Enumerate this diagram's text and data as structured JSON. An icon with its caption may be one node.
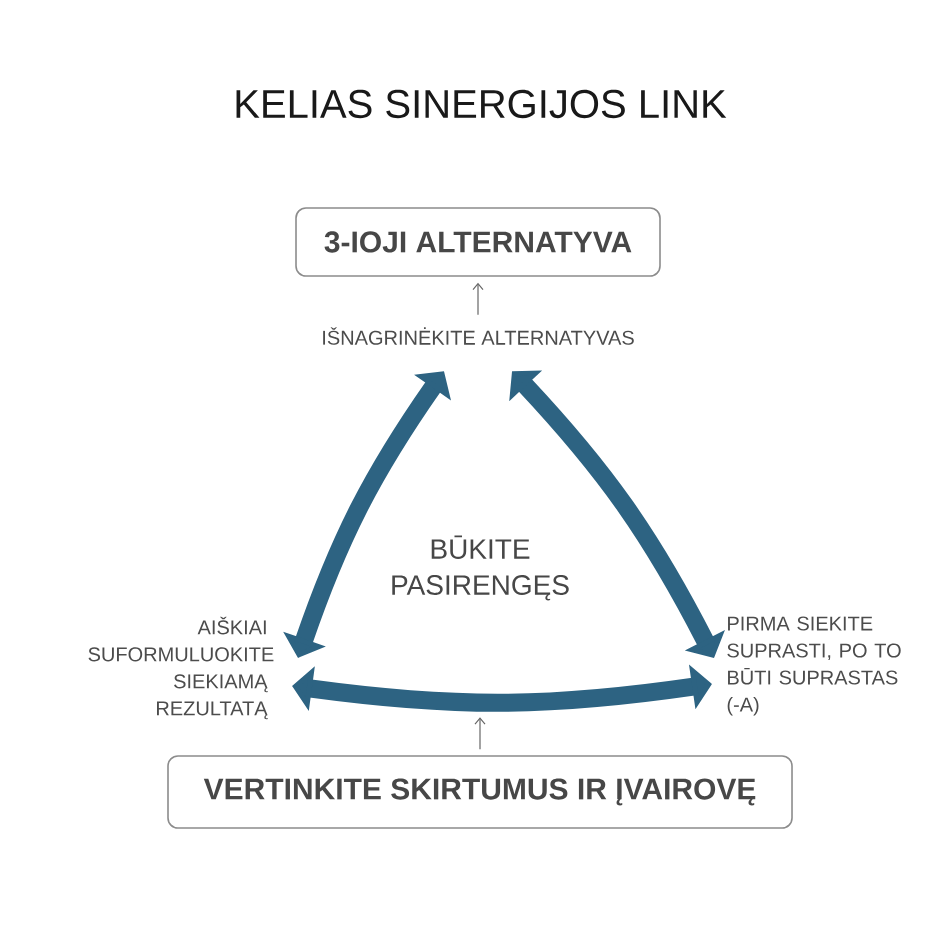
{
  "diagram": {
    "title": "KELIAS SINERGIJOS LINK",
    "nodes": [
      {
        "text": [
          "3-IOJI ALTERNATYVA"
        ]
      },
      {
        "text": [
          "IŠNAGRINĖKITE ALTERNATYVAS"
        ]
      },
      {
        "text": [
          "AIŠKIAI SUFORMULUOKITE SIEKIAMĄ REZULTATĄ"
        ]
      },
      {
        "text": [
          "PIRMA SIEKITE SUPRASTI, PO TO BŪTI SUPRASTAS (-A)"
        ]
      },
      {
        "text": [
          "VERTINKITE SKIRTUMUS IR ĮVAIROVĘ"
        ]
      }
    ],
    "edges": [
      {
        "from": 1,
        "to": 0,
        "arrow": "to",
        "color": "#666666"
      },
      {
        "from": 2,
        "to": 1,
        "arrow": "both"
      },
      {
        "from": 1,
        "to": 3,
        "arrow": "both"
      },
      {
        "from": 2,
        "to": 3,
        "arrow": "both"
      },
      {
        "from": 4,
        "to": null,
        "arrow": "to",
        "color": "#666666"
      }
    ],
    "labels": [
      "BŪKITE PASIRENGĘS"
    ]
  }
}
